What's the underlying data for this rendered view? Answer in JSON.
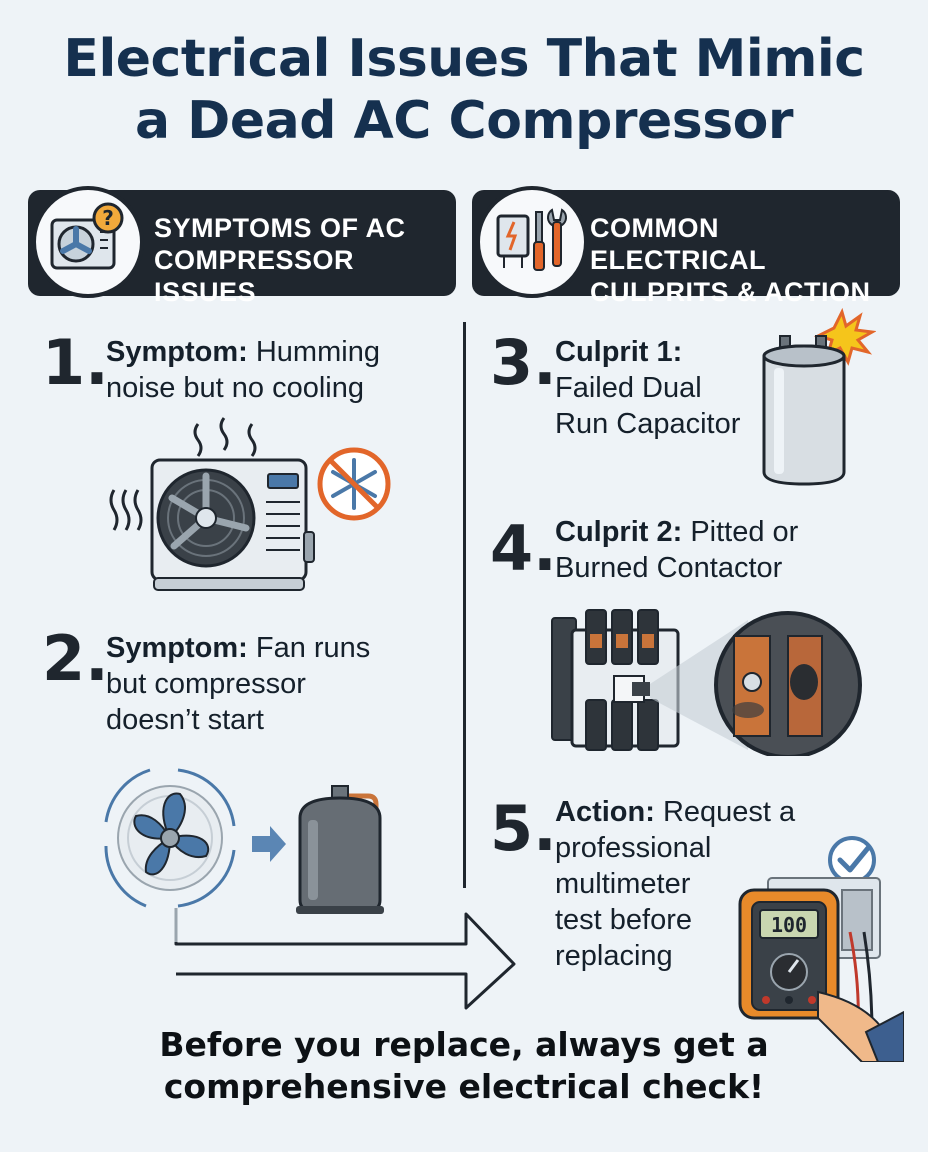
{
  "title": {
    "line1": "Electrical Issues That Mimic",
    "line2": "a Dead AC Compressor"
  },
  "banners": {
    "symptoms": {
      "line1": "SYMPTOMS OF AC",
      "line2": "COMPRESSOR ISSUES"
    },
    "culprits": {
      "line1": "COMMON ELECTRICAL",
      "line2": "CULPRITS & ACTION"
    }
  },
  "items": [
    {
      "number": "1.",
      "lead": "Symptom:",
      "lines": [
        "Humming",
        "noise but no cooling"
      ]
    },
    {
      "number": "2.",
      "lead": "Symptom:",
      "lines": [
        "Fan runs",
        "but compressor",
        "doesn’t start"
      ]
    },
    {
      "number": "3.",
      "lead": "Culprit 1:",
      "lines": [
        "",
        "Failed Dual",
        "Run Capacitor"
      ]
    },
    {
      "number": "4.",
      "lead": "Culprit 2:",
      "lines": [
        "Pitted or",
        "Burned Contactor"
      ]
    },
    {
      "number": "5.",
      "lead": "Action:",
      "lines": [
        "Request a",
        "professional",
        "multimeter",
        "test before",
        "replacing"
      ]
    }
  ],
  "multimeter_reading": "100",
  "footer": {
    "line1": "Before you replace, always get a",
    "line2": "comprehensive electrical check!"
  },
  "colors": {
    "banner": "#1f262e",
    "title": "#15304f",
    "fan_blue": "#4a78a8",
    "warning_orange": "#e2662a",
    "meter_orange": "#e88a2a"
  },
  "icons": [
    "ac-unit-question-icon",
    "tools-icon",
    "no-cooling-icon",
    "capacitor-spark-icon",
    "check-icon"
  ]
}
